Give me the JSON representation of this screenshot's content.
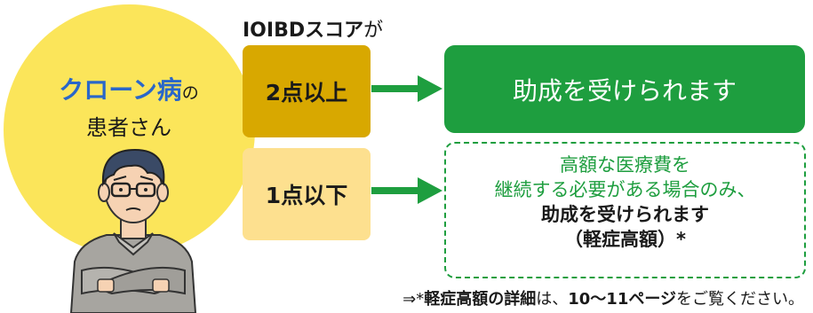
{
  "patient": {
    "disease": "クローン病",
    "particle": "の",
    "subtitle": "患者さん"
  },
  "score_header": {
    "name": "IOIBDスコア",
    "particle": "が"
  },
  "scores": {
    "high": "2点以上",
    "low": "1点以下"
  },
  "results": {
    "high": "助成を受けられます",
    "low_line1": "高額な医療費を",
    "low_line2": "継続する必要がある場合のみ、",
    "low_line3": "助成を受けられます",
    "low_line4": "（軽症高額）*"
  },
  "footnote": {
    "prefix": "⇒*",
    "bold1": "軽症高額の詳細",
    "mid1": "は、",
    "bold2": "10〜11ページ",
    "suffix": "をご覧ください。"
  },
  "colors": {
    "circle": "#fbe55a",
    "disease": "#2a67c9",
    "score_high_bg": "#d8a800",
    "score_low_bg": "#fde08f",
    "green": "#1e9e3f"
  }
}
